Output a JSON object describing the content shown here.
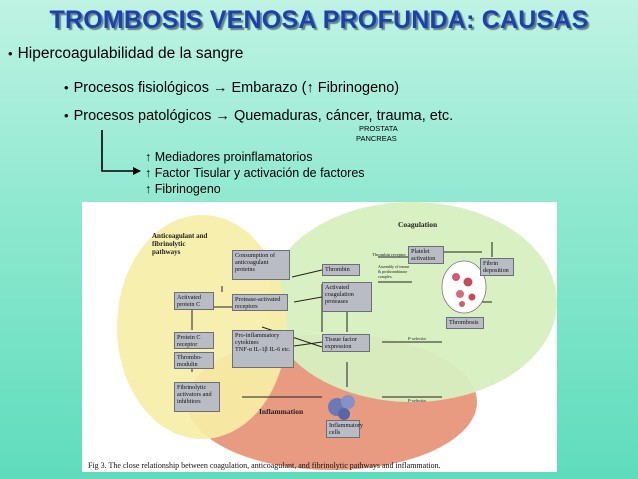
{
  "slide": {
    "title": "TROMBOSIS VENOSA PROFUNDA: CAUSAS",
    "bullet1": "Hipercoagulabilidad de la sangre",
    "bullet2": "Procesos fisiológicos → Embarazo (↑ Fibrinogeno)",
    "bullet3": "Procesos patológicos → Quemaduras, cáncer, trauma, etc.",
    "note1": "PROSTATA",
    "note2": "PANCREAS",
    "sub1": "↑ Mediadores proinflamatorios",
    "sub2": "↑ Factor Tisular y activación de factores",
    "sub3": "↑ Fibrinogeno",
    "bullet_glyph": "•"
  },
  "figure": {
    "region_anticoag": "Anticoagulant and fibrinolytic pathways",
    "region_coag": "Coagulation",
    "region_inflam": "Inflammation",
    "consumption": "Consumption of anticoagulant proteins",
    "activated_pc": "Activated protein C",
    "protease_receptors": "Protease-activated receptors",
    "pc_receptor": "Protein C receptor",
    "thrombomodulin": "Thrombo-modulin",
    "cytokines": "Pro-inflammatory cytokines",
    "cytokine_list": "TNF-α  IL-1β  IL-6  etc.",
    "thrombin": "Thrombin",
    "activated_proteases": "Activated coagulation proteases",
    "platelet": "Platelet activation",
    "fibrin": "Fibrin deposition",
    "thrombosis": "Thrombosis",
    "tissue_factor": "Tissue factor expression",
    "fibrinolytic": "Fibrinolytic activators and inhibitors",
    "inflammatory_cells": "Inflammatory cells",
    "thrombin_receptor": "Thrombin receptor",
    "assembly": "Assembly of tenase & prothrombinase complex",
    "p_selectin_1": "P-selectin",
    "p_selectin_2": "P-selectin",
    "caption": "Fig 3.  The close relationship between coagulation, anticoagulant, and fibrinolytic pathways and inflammation."
  },
  "colors": {
    "title": "#1b3fb5",
    "background": "#8de8cf",
    "anticoag_region": "#f6eea6",
    "coag_region": "#d7efbf",
    "inflam_region": "#e89b80",
    "box_fill": "#b9bcc4"
  }
}
